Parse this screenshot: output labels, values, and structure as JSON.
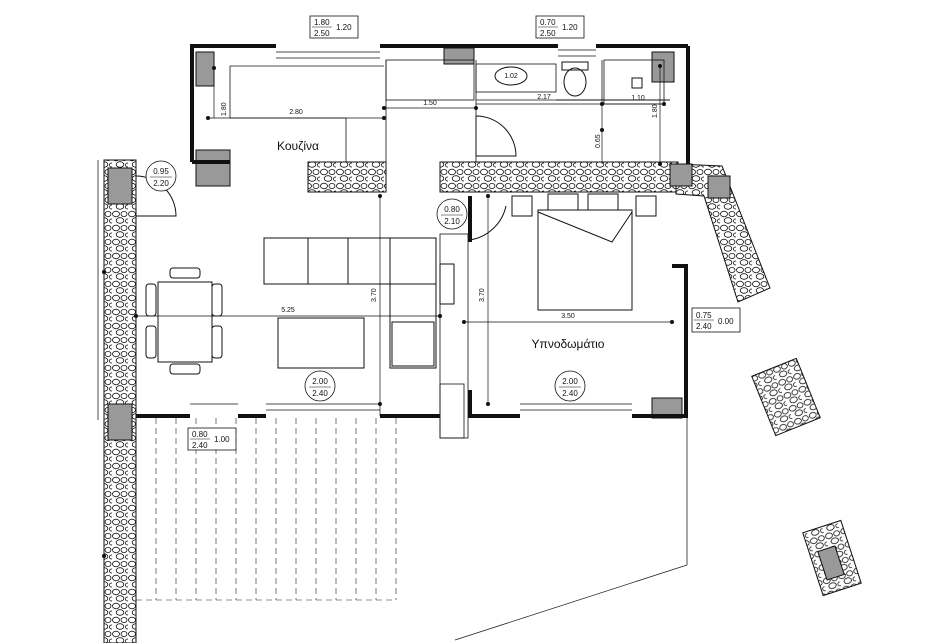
{
  "rooms": {
    "kitchen": "Κουζίνα",
    "bedroom": "Υπνοδωμάτιο"
  },
  "openings": [
    {
      "top": "1.80",
      "bottom": "2.50",
      "side": "1.20"
    },
    {
      "top": "0.70",
      "bottom": "2.50",
      "side": "1.20"
    },
    {
      "top": "0.95",
      "bottom": "2.20"
    },
    {
      "top": "0.80",
      "bottom": "2.10"
    },
    {
      "top": "0.75",
      "bottom": "2.40",
      "side": "0.00"
    },
    {
      "top": "2.00",
      "bottom": "2.40"
    },
    {
      "top": "2.00",
      "bottom": "2.40"
    },
    {
      "top": "0.80",
      "bottom": "2.40",
      "side": "1.00"
    }
  ],
  "dimensions": {
    "kitchen_width": "2.80",
    "kitchen_depth": "1.80",
    "passage": "1.50",
    "bath_width": "2.17",
    "washbasin": "1.02",
    "shower_width": "1.10",
    "shower_depth": "1.80",
    "bath_wall": "0.65",
    "living_width": "5.25",
    "living_depth": "3.70",
    "bedroom_depth": "3.70",
    "bedroom_width": "3.50"
  },
  "colors": {
    "wall": "#111111",
    "column": "#999999",
    "stone_fill": "#ffffff"
  }
}
